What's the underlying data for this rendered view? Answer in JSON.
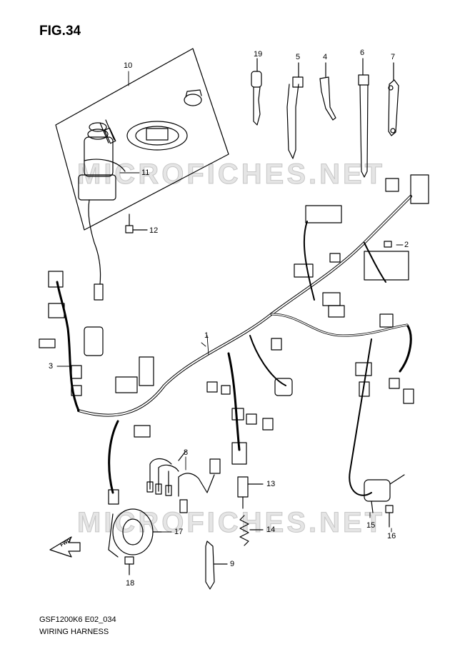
{
  "header": {
    "figure_label": "FIG.34"
  },
  "footer": {
    "model_code": "GSF1200K6 E02_034",
    "section_name": "WIRING HARNESS"
  },
  "watermark": {
    "text": "MICROFICHES.NET"
  },
  "arrow": {
    "label": "FWD"
  },
  "callouts": {
    "p1": "1",
    "p2": "2",
    "p3": "3",
    "p4": "4",
    "p5": "5",
    "p6": "6",
    "p7": "7",
    "p8": "8",
    "p9": "9",
    "p10": "10",
    "p11": "11",
    "p12": "12",
    "p13": "13",
    "p14": "14",
    "p15": "15",
    "p16": "16",
    "p17": "17",
    "p18": "18",
    "p19": "19"
  },
  "colors": {
    "line": "#000000",
    "watermark": "#a0a0a0"
  }
}
